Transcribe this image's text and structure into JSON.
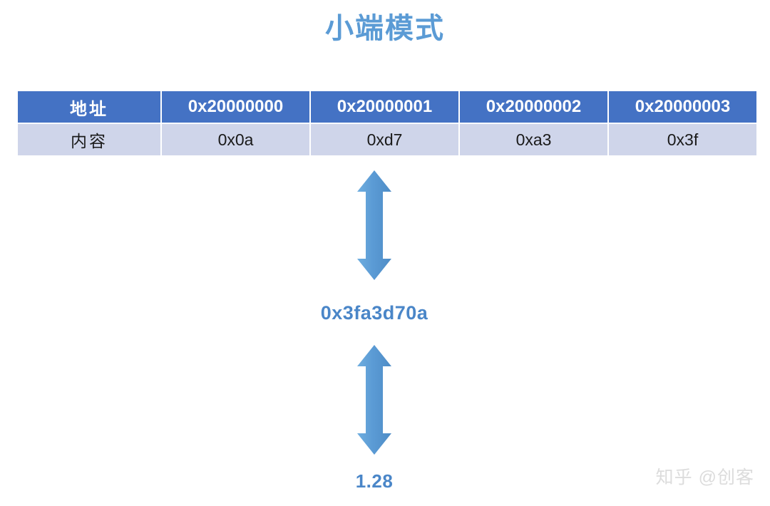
{
  "slide": {
    "title": "小端模式",
    "title_color": "#5B9BD5",
    "background": "#ffffff"
  },
  "memory_table": {
    "header_bg": "#4472C4",
    "header_color": "#ffffff",
    "content_bg": "#CFD5EA",
    "content_color": "#1a1a1a",
    "rows": [
      {
        "label": "地址",
        "cells": [
          "0x20000000",
          "0x20000001",
          "0x20000002",
          "0x20000003"
        ]
      },
      {
        "label": "内容",
        "cells": [
          "0x0a",
          "0xd7",
          "0xa3",
          "0x3f"
        ]
      }
    ]
  },
  "arrows": {
    "color": "#5B9BD5",
    "top": {
      "name": "double-headed-vertical-arrow"
    },
    "bottom": {
      "name": "double-headed-vertical-arrow"
    }
  },
  "values": {
    "hex": "0x3fa3d70a",
    "float": "1.28",
    "color": "#4A86C8"
  },
  "watermark": {
    "text": "知乎 @创客",
    "color": "#dcdcdc"
  }
}
